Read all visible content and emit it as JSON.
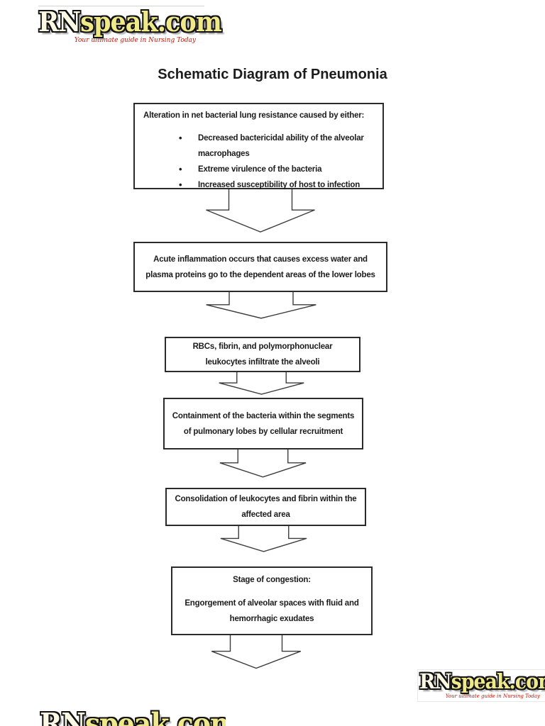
{
  "logo": {
    "rn": "RN",
    "rest": "speak.com",
    "tagline": "Your ultimate guide in Nursing Today",
    "brand_fill_color": "#efe98a",
    "brand_rn_fill_color": "#fbf9e4",
    "outline_color": "#121212",
    "tagline_color": "#bf1505"
  },
  "page": {
    "title": "Schematic Diagram of Pneumonia",
    "background_color": "#ffffff",
    "box_border_color": "#2a2a2a",
    "text_color": "#1b1b1b"
  },
  "flowchart": {
    "steps": [
      {
        "heading": "Alteration in net bacterial lung resistance caused by either:",
        "bullets": [
          "Decreased bactericidal ability of the alveolar macrophages",
          "Extreme virulence of the bacteria",
          "Increased susceptibility of host to infection"
        ]
      },
      {
        "text": "Acute inflammation occurs that causes excess water and plasma proteins go to the dependent areas of the lower lobes"
      },
      {
        "text": "RBCs, fibrin, and polymorphonuclear leukocytes infiltrate the alveoli"
      },
      {
        "text": "Containment of the bacteria within the segments of pulmonary lobes by cellular recruitment"
      },
      {
        "text": "Consolidation of leukocytes and fibrin within the affected area"
      },
      {
        "heading": "Stage of congestion:",
        "text": "Engorgement of alveolar spaces with fluid and hemorrhagic exudates"
      }
    ]
  }
}
